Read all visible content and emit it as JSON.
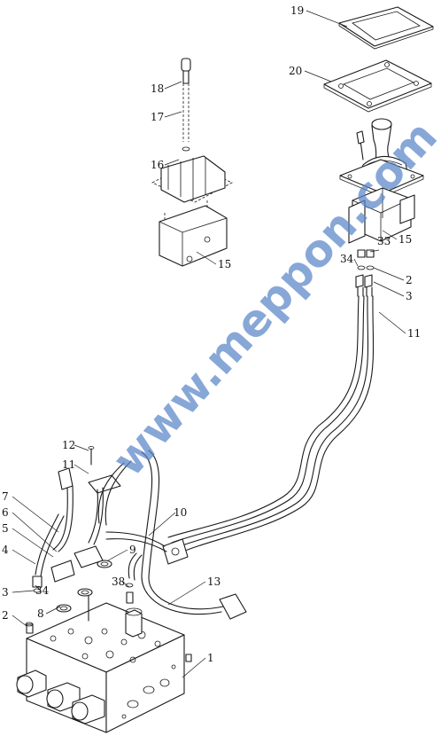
{
  "watermark": {
    "text": "www.meppon.com",
    "color": "#5a86c9"
  },
  "callouts": [
    {
      "id": "c19",
      "text": "19"
    },
    {
      "id": "c20",
      "text": "20"
    },
    {
      "id": "c18",
      "text": "18"
    },
    {
      "id": "c17",
      "text": "17"
    },
    {
      "id": "c16",
      "text": "16"
    },
    {
      "id": "c15a",
      "text": "15"
    },
    {
      "id": "c15b",
      "text": "15"
    },
    {
      "id": "c33",
      "text": "33"
    },
    {
      "id": "c34a",
      "text": "34"
    },
    {
      "id": "c2a",
      "text": "2"
    },
    {
      "id": "c3a",
      "text": "3"
    },
    {
      "id": "c11a",
      "text": "11"
    },
    {
      "id": "c12",
      "text": "12"
    },
    {
      "id": "c11b",
      "text": "11"
    },
    {
      "id": "c7",
      "text": "7"
    },
    {
      "id": "c6",
      "text": "6"
    },
    {
      "id": "c5",
      "text": "5"
    },
    {
      "id": "c4",
      "text": "4"
    },
    {
      "id": "c10",
      "text": "10"
    },
    {
      "id": "c9",
      "text": "9"
    },
    {
      "id": "c13",
      "text": "13"
    },
    {
      "id": "c3b",
      "text": "3"
    },
    {
      "id": "c34b",
      "text": "34"
    },
    {
      "id": "c38",
      "text": "38"
    },
    {
      "id": "c8",
      "text": "8"
    },
    {
      "id": "c2b",
      "text": "2"
    },
    {
      "id": "c1",
      "text": "1"
    }
  ]
}
